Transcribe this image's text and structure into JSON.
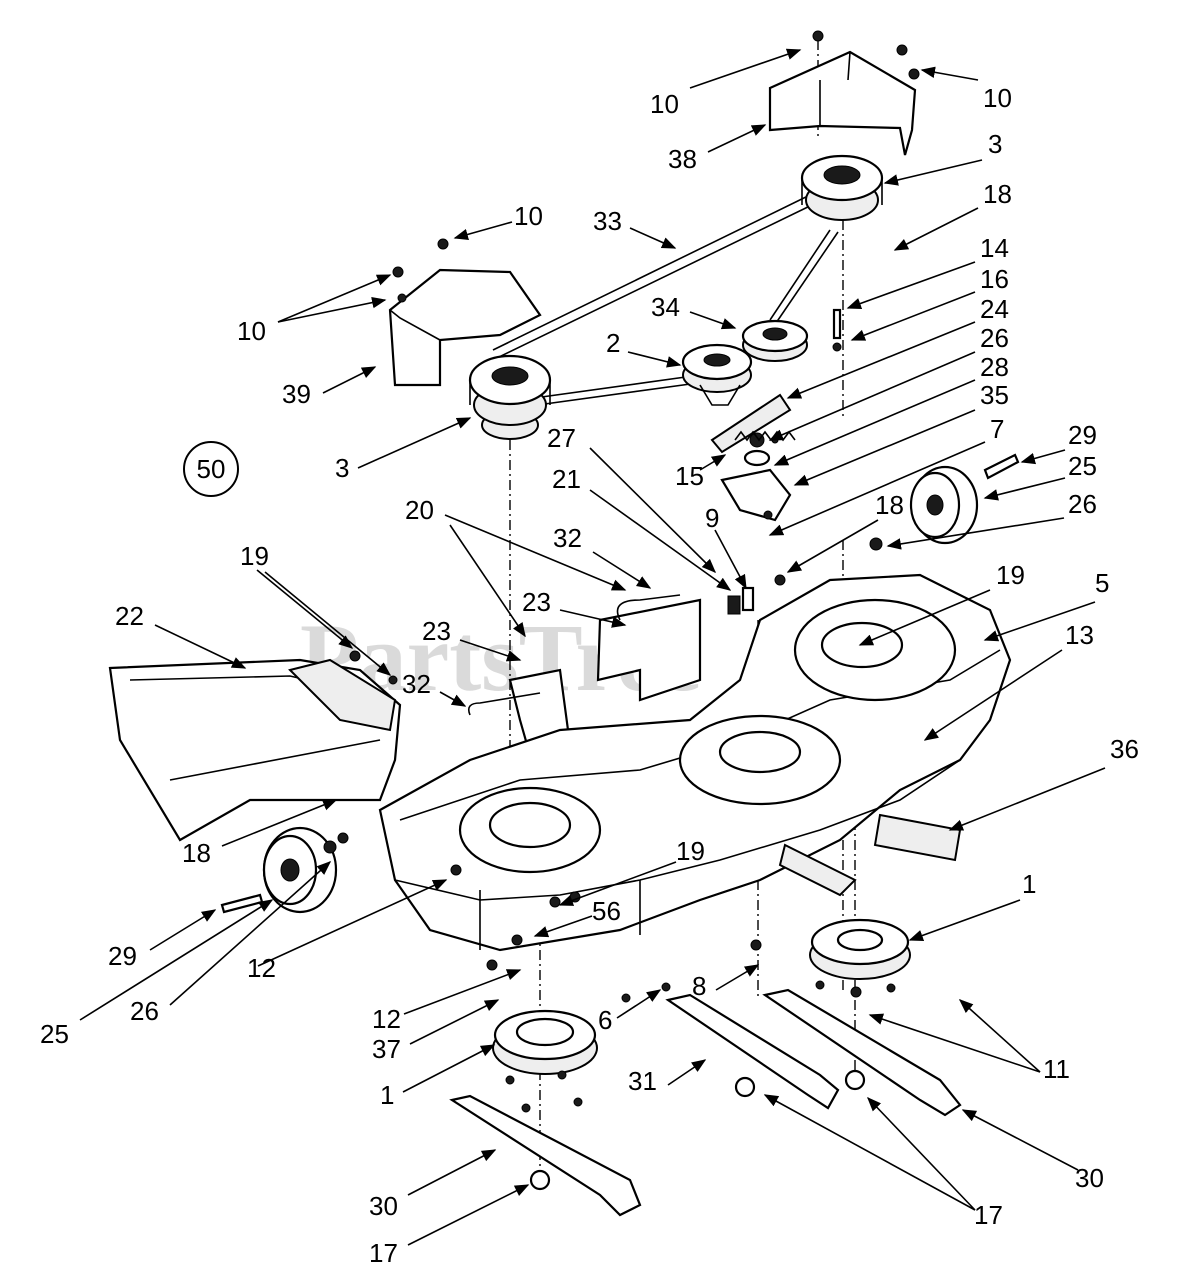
{
  "watermark": "PartsTree",
  "watermark_mark": "™",
  "figure_number": "50",
  "callouts": [
    {
      "id": "c01",
      "text": "10"
    },
    {
      "id": "c02",
      "text": "10"
    },
    {
      "id": "c03",
      "text": "38"
    },
    {
      "id": "c04",
      "text": "3"
    },
    {
      "id": "c05",
      "text": "10"
    },
    {
      "id": "c06",
      "text": "33"
    },
    {
      "id": "c07",
      "text": "18"
    },
    {
      "id": "c08",
      "text": "10"
    },
    {
      "id": "c09",
      "text": "14"
    },
    {
      "id": "c10",
      "text": "16"
    },
    {
      "id": "c11",
      "text": "34"
    },
    {
      "id": "c12",
      "text": "24"
    },
    {
      "id": "c13",
      "text": "2"
    },
    {
      "id": "c14",
      "text": "26"
    },
    {
      "id": "c15",
      "text": "39"
    },
    {
      "id": "c16",
      "text": "28"
    },
    {
      "id": "c17",
      "text": "35"
    },
    {
      "id": "c18",
      "text": "3"
    },
    {
      "id": "c19",
      "text": "27"
    },
    {
      "id": "c20",
      "text": "7"
    },
    {
      "id": "c21",
      "text": "29"
    },
    {
      "id": "c22",
      "text": "21"
    },
    {
      "id": "c23",
      "text": "15"
    },
    {
      "id": "c24",
      "text": "25"
    },
    {
      "id": "c25",
      "text": "20"
    },
    {
      "id": "c26",
      "text": "9"
    },
    {
      "id": "c27",
      "text": "18"
    },
    {
      "id": "c28",
      "text": "26"
    },
    {
      "id": "c29",
      "text": "32"
    },
    {
      "id": "c30",
      "text": "19"
    },
    {
      "id": "c31",
      "text": "19"
    },
    {
      "id": "c32",
      "text": "5"
    },
    {
      "id": "c33",
      "text": "23"
    },
    {
      "id": "c34",
      "text": "22"
    },
    {
      "id": "c35",
      "text": "23"
    },
    {
      "id": "c36",
      "text": "13"
    },
    {
      "id": "c37",
      "text": "32"
    },
    {
      "id": "c38",
      "text": "36"
    },
    {
      "id": "c39",
      "text": "18"
    },
    {
      "id": "c40",
      "text": "19"
    },
    {
      "id": "c41",
      "text": "1"
    },
    {
      "id": "c42",
      "text": "56"
    },
    {
      "id": "c43",
      "text": "29"
    },
    {
      "id": "c44",
      "text": "12"
    },
    {
      "id": "c45",
      "text": "12"
    },
    {
      "id": "c46",
      "text": "8"
    },
    {
      "id": "c47",
      "text": "25"
    },
    {
      "id": "c48",
      "text": "26"
    },
    {
      "id": "c49",
      "text": "37"
    },
    {
      "id": "c50",
      "text": "6"
    },
    {
      "id": "c51",
      "text": "11"
    },
    {
      "id": "c52",
      "text": "1"
    },
    {
      "id": "c53",
      "text": "31"
    },
    {
      "id": "c54",
      "text": "30"
    },
    {
      "id": "c55",
      "text": "17"
    },
    {
      "id": "c56",
      "text": "30"
    },
    {
      "id": "c57",
      "text": "17"
    }
  ]
}
